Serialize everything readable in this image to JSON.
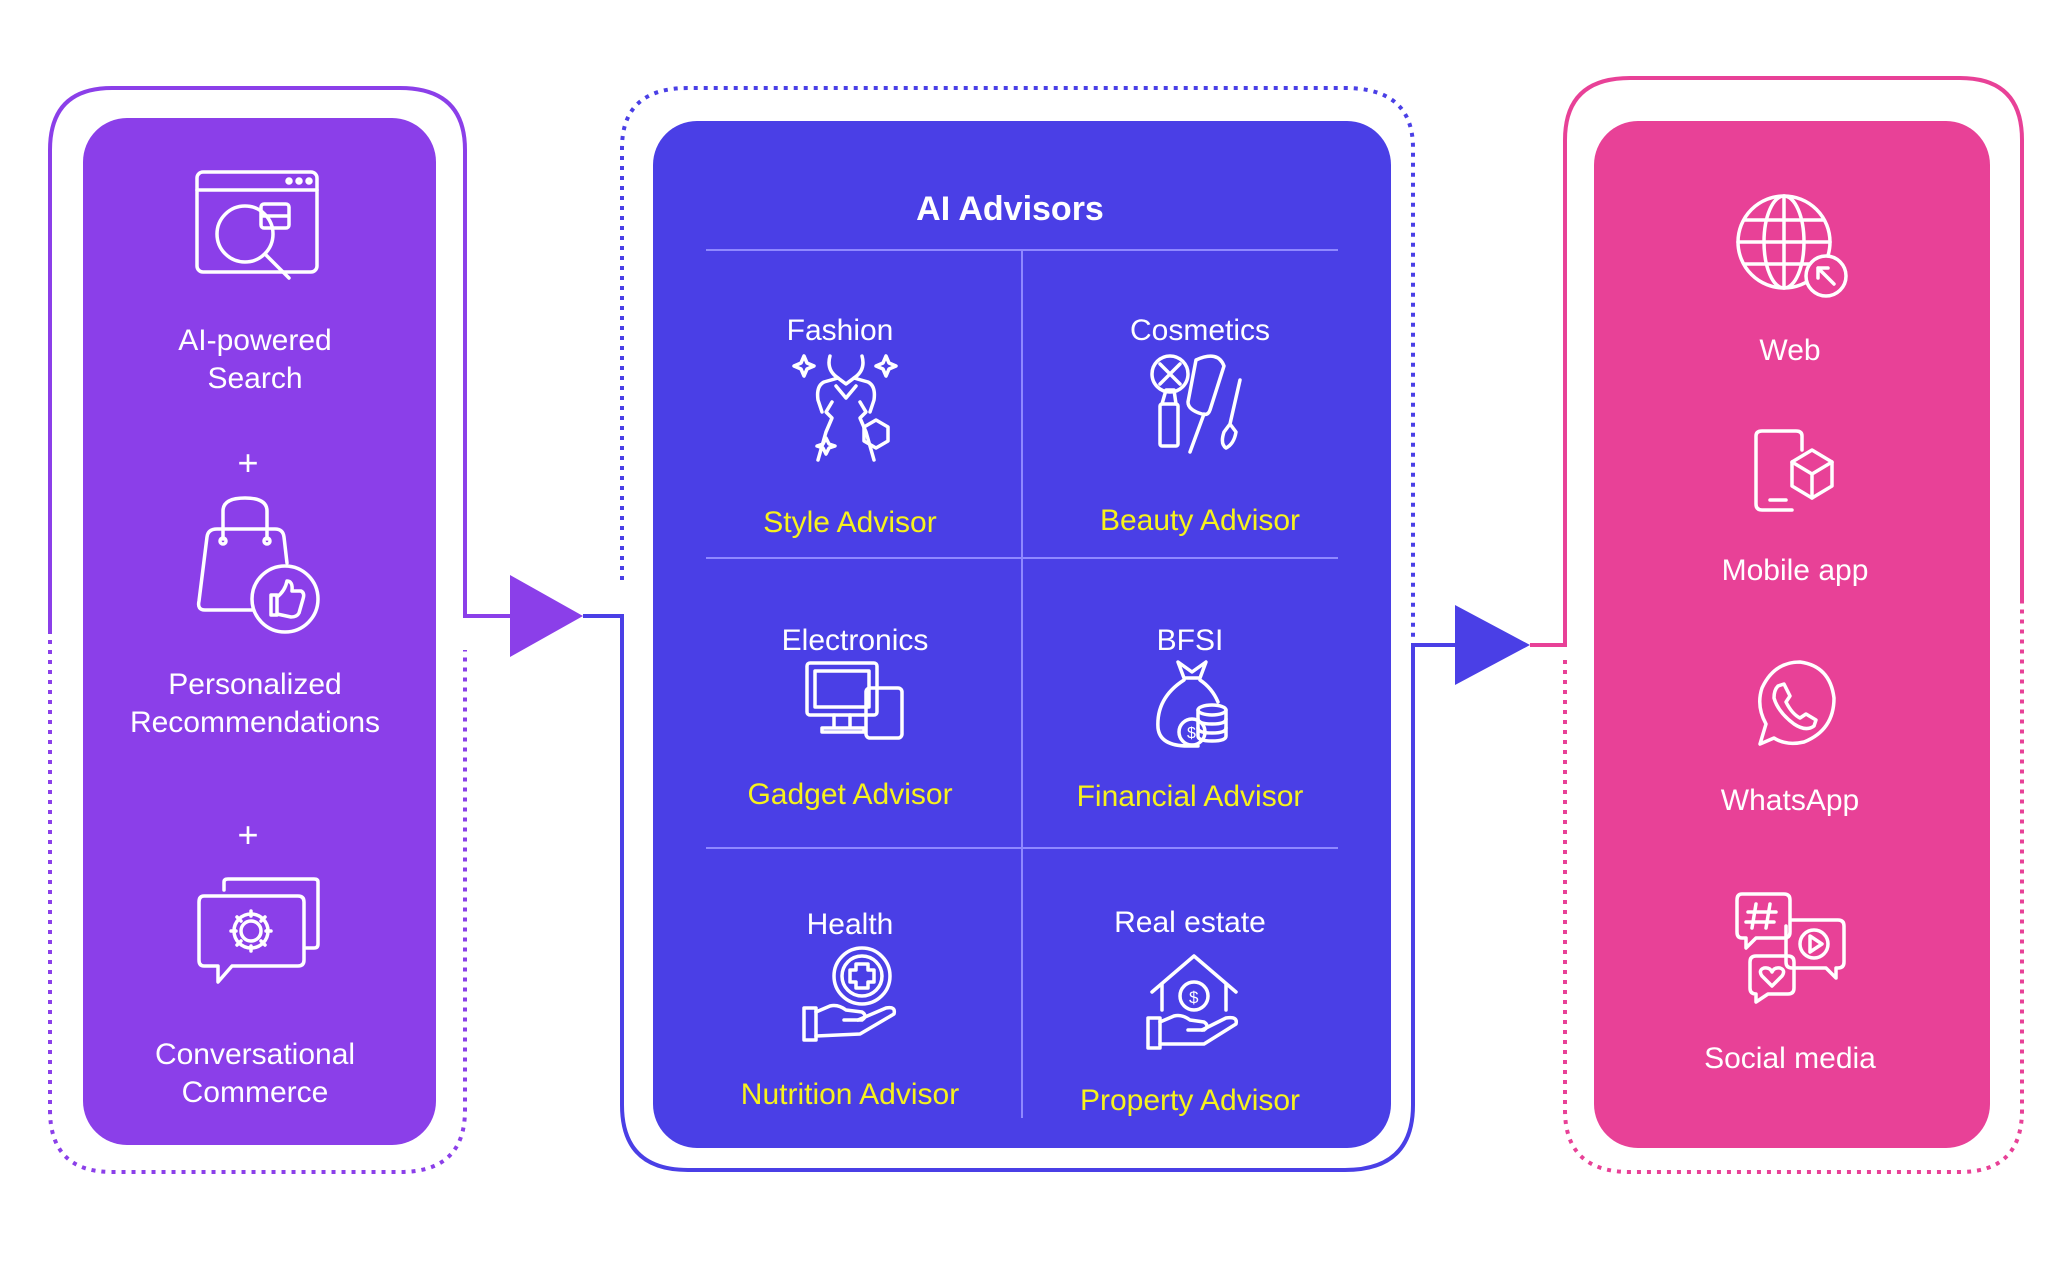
{
  "left_column": {
    "items": [
      {
        "label": "AI-powered\nSearch",
        "icon": "search-browser-icon"
      },
      {
        "label": "Personalized\nRecommendations",
        "icon": "shopping-bag-like-icon"
      },
      {
        "label": "Conversational\nCommerce",
        "icon": "chat-gear-icon"
      }
    ],
    "plus": "+"
  },
  "middle_column": {
    "title": "AI Advisors",
    "cells": [
      {
        "category": "Fashion",
        "advisor": "Style Advisor",
        "icon": "fashion-model-icon"
      },
      {
        "category": "Cosmetics",
        "advisor": "Beauty Advisor",
        "icon": "cosmetics-icon"
      },
      {
        "category": "Electronics",
        "advisor": "Gadget Advisor",
        "icon": "devices-icon"
      },
      {
        "category": "BFSI",
        "advisor": "Financial Advisor",
        "icon": "money-bag-icon"
      },
      {
        "category": "Health",
        "advisor": "Nutrition Advisor",
        "icon": "health-hand-icon"
      },
      {
        "category": "Real estate",
        "advisor": "Property Advisor",
        "icon": "house-hand-icon"
      }
    ]
  },
  "right_column": {
    "channels": [
      {
        "label": "Web",
        "icon": "globe-cursor-icon"
      },
      {
        "label": "Mobile app",
        "icon": "mobile-app-icon"
      },
      {
        "label": "WhatsApp",
        "icon": "whatsapp-icon"
      },
      {
        "label": "Social media",
        "icon": "social-media-icon"
      }
    ]
  },
  "colors": {
    "left_panel": "#8b3fe9",
    "middle_panel": "#4a3fe6",
    "right_panel": "#e84197",
    "advisor_text": "#f7f21c",
    "text": "#ffffff"
  }
}
